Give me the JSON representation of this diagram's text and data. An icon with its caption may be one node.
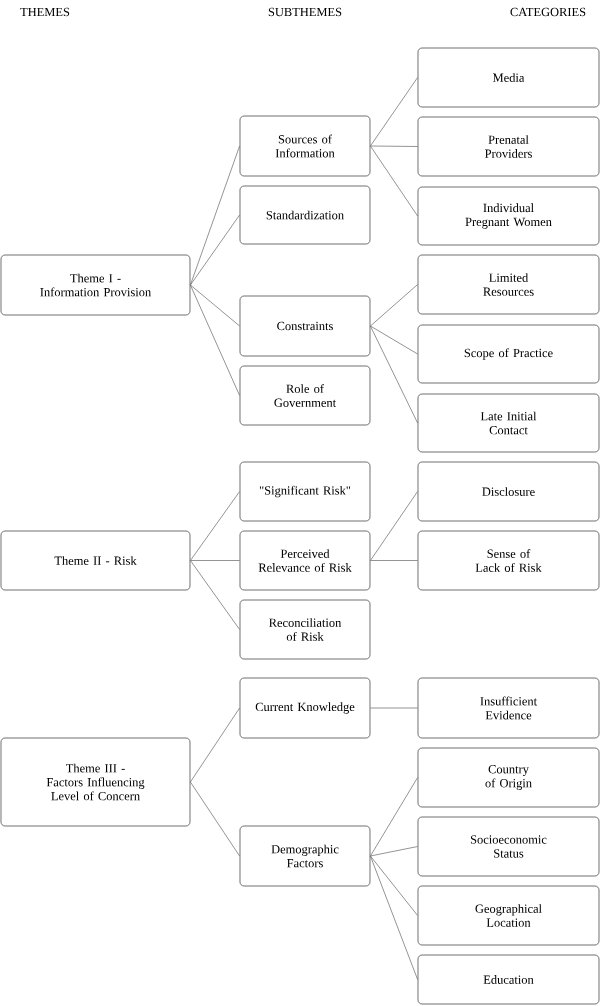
{
  "diagram": {
    "nodes": [
      {
        "text": [
          "Theme I - Information Provision"
        ]
      },
      {
        "text": [
          "Sources of Information"
        ]
      },
      {
        "text": [
          "Standardization"
        ]
      },
      {
        "text": [
          "Constraints"
        ]
      },
      {
        "text": [
          "Role of Government"
        ]
      },
      {
        "text": [
          "Media"
        ]
      },
      {
        "text": [
          "Prenatal Providers"
        ]
      },
      {
        "text": [
          "Individual Pregnant Women"
        ]
      },
      {
        "text": [
          "Limited Resources"
        ]
      },
      {
        "text": [
          "Scope of Practice"
        ]
      },
      {
        "text": [
          "Late Initial Contact"
        ]
      },
      {
        "text": [
          "Theme II - Risk"
        ]
      },
      {
        "text": [
          "\"Significant Risk\""
        ]
      },
      {
        "text": [
          "Perceived Relevance of Risk"
        ]
      },
      {
        "text": [
          "Reconciliation of Risk"
        ]
      },
      {
        "text": [
          "Disclosure"
        ]
      },
      {
        "text": [
          "Sense of Lack of Risk"
        ]
      },
      {
        "text": [
          "Theme III - Factors Influencing Level of Concern"
        ]
      },
      {
        "text": [
          "Current Knowledge"
        ]
      },
      {
        "text": [
          "Demographic Factors"
        ]
      },
      {
        "text": [
          "Insufficient Evidence"
        ]
      },
      {
        "text": [
          "Country of Origin"
        ]
      },
      {
        "text": [
          "Socioeconomic Status"
        ]
      },
      {
        "text": [
          "Geographical Location"
        ]
      },
      {
        "text": [
          "Education"
        ]
      }
    ],
    "edges": [
      {
        "from": 0,
        "to": 1,
        "arrow": "none"
      },
      {
        "from": 0,
        "to": 2,
        "arrow": "none"
      },
      {
        "from": 0,
        "to": 3,
        "arrow": "none"
      },
      {
        "from": 0,
        "to": 4,
        "arrow": "none"
      },
      {
        "from": 1,
        "to": 5,
        "arrow": "none"
      },
      {
        "from": 1,
        "to": 6,
        "arrow": "none"
      },
      {
        "from": 1,
        "to": 7,
        "arrow": "none"
      },
      {
        "from": 3,
        "to": 8,
        "arrow": "none"
      },
      {
        "from": 3,
        "to": 9,
        "arrow": "none"
      },
      {
        "from": 3,
        "to": 10,
        "arrow": "none"
      },
      {
        "from": 11,
        "to": 12,
        "arrow": "none"
      },
      {
        "from": 11,
        "to": 13,
        "arrow": "none"
      },
      {
        "from": 11,
        "to": 14,
        "arrow": "none"
      },
      {
        "from": 13,
        "to": 15,
        "arrow": "none"
      },
      {
        "from": 13,
        "to": 16,
        "arrow": "none"
      },
      {
        "from": 17,
        "to": 18,
        "arrow": "none"
      },
      {
        "from": 17,
        "to": 19,
        "arrow": "none"
      },
      {
        "from": 18,
        "to": 20,
        "arrow": "none"
      },
      {
        "from": 19,
        "to": 21,
        "arrow": "none"
      },
      {
        "from": 19,
        "to": 22,
        "arrow": "none"
      },
      {
        "from": 19,
        "to": 23,
        "arrow": "none"
      },
      {
        "from": 19,
        "to": 24,
        "arrow": "none"
      }
    ],
    "labels": [
      "THEMES",
      "SUBTHEMES",
      "CATEGORIES"
    ]
  }
}
